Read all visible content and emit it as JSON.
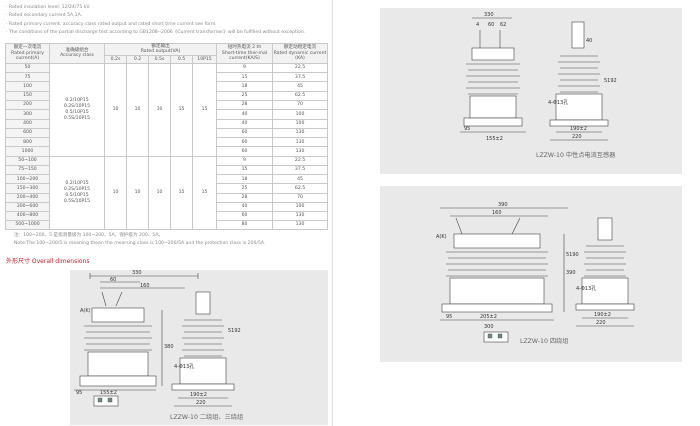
{
  "notes": [
    "· Rated insulation level: 12/24/75 kV.",
    "· Rated secondary current 5A,1A.",
    "· Rated primary current, accuracy class rated output and rated short time current see form",
    "· The conditions of the partial discharge test according to GB1208--2006《Current transformer》will be fulfilled without exception."
  ],
  "table": {
    "headers": {
      "primary_cn": "额定一次电流",
      "primary_en": "Rated primary current(A)",
      "accuracy_cn": "准确级组合",
      "accuracy_en": "Accuracy class",
      "output_cn": "额定输出",
      "output_en": "Rated output(VA)",
      "output_cols": [
        "0.2s",
        "0.2",
        "0.5s",
        "0.5",
        "10P15"
      ],
      "thermal_cn": "短时热电流 2 th",
      "thermal_en": "Short-time ther-mal current(KA/S)",
      "dynamic_cn": "额定动稳定电流",
      "dynamic_en": "Rated dynamic current (KA)"
    },
    "group1": {
      "currents": [
        "50",
        "75",
        "100",
        "150",
        "200",
        "300",
        "400",
        "600",
        "800",
        "1000"
      ],
      "classes": [
        "0.2/10P15",
        "0.2S/10P15",
        "0.5/10P15",
        "0.5S/10P15"
      ],
      "outputs": [
        "10",
        "10",
        "10",
        "15",
        "15"
      ],
      "thermal": [
        "9",
        "15",
        "18",
        "25",
        "28",
        "40",
        "40",
        "60",
        "60",
        "60"
      ],
      "dynamic": [
        "22.5",
        "37.5",
        "45",
        "62.5",
        "70",
        "100",
        "100",
        "130",
        "130",
        "130"
      ]
    },
    "group2": {
      "currents": [
        "50~100",
        "75~150",
        "100~200",
        "150~300",
        "200~400",
        "300~600",
        "400~800",
        "500~1000"
      ],
      "classes": [
        "0.2/10P15",
        "0.2S/10P15",
        "0.5/10P15",
        "0.5S/10P15"
      ],
      "outputs": [
        "10",
        "10",
        "10",
        "15",
        "15"
      ],
      "thermal": [
        "9",
        "15",
        "18",
        "25",
        "28",
        "40",
        "60",
        "80"
      ],
      "dynamic": [
        "22.5",
        "37.5",
        "45",
        "62.5",
        "70",
        "100",
        "130",
        "130"
      ]
    }
  },
  "footnote_cn": "注：100~200、5 是指测量级为 100~200、5A，保护级为 200、5A。",
  "footnote_en": "Note:The 100~200/5 is meaning thean the mearsing class is 100~200/5A and the protection class is 200/5A.",
  "section_title": "外形尺寸 Overall dimensions",
  "drawings": {
    "top_right": {
      "caption": "LZZW-10 中性点电流互感器",
      "dims": {
        "top": "330",
        "d1": "4",
        "d2": "60",
        "d3": "62",
        "height": "40",
        "r": "5192",
        "bolt": "4-Φ13孔",
        "w1": "95",
        "w2": "155±2",
        "w3": "190±2",
        "w4": "220"
      }
    },
    "bottom_left": {
      "caption": "LZZW-10  二绕组、三绕组",
      "dims": {
        "top": "330",
        "d1": "60",
        "d2": "160",
        "height": "380",
        "r": "5192",
        "bolt": "4-Φ13孔",
        "w1": "95",
        "w2": "155±2",
        "w3": "190±2",
        "w4": "220"
      },
      "terminal": "A(K)"
    },
    "mid_right": {
      "caption": "LZZW-10 四绕组",
      "dims": {
        "top": "390",
        "d1": "160",
        "height": "390",
        "r": "5190",
        "bolt": "4-Φ13孔",
        "w1": "95",
        "w2": "205±2",
        "w3": "190±2",
        "w4": "220",
        "w5": "300"
      },
      "terminal": "A(K)"
    }
  }
}
